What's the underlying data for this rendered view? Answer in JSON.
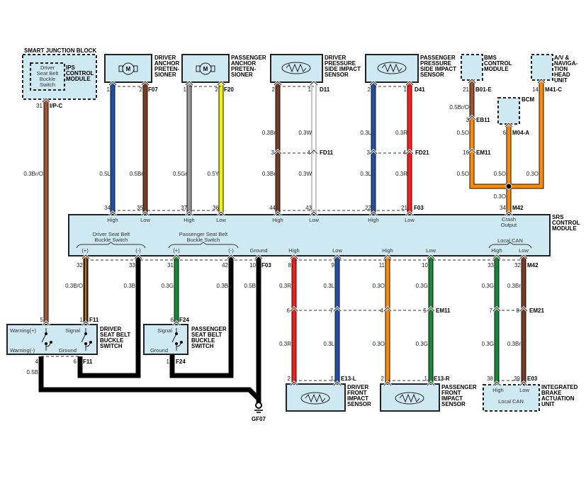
{
  "colors": {
    "box": "#cfe9f2",
    "blue": "#1f4fa8",
    "brown": "#7a3a22",
    "gray": "#9a9a9a",
    "yellow": "#f4f400",
    "white": "#ffffff",
    "red": "#ff1a1a",
    "orange": "#ff8a00",
    "green": "#138a38",
    "black": "#000000",
    "brown_orange": "#a0522d"
  },
  "smart_junction": {
    "title": "SMART JUNCTION BLOCK",
    "inner": [
      "Driver",
      "Seat Belt",
      "Buckle",
      "Switch"
    ],
    "module": [
      "IPS",
      "CONTROL",
      "MODULE"
    ],
    "pin": "31",
    "connector": "I/P-C",
    "wire": "0.3Br/O"
  },
  "driver_anchor": {
    "name": [
      "DRIVER",
      "ANCHOR",
      "PRETEN-",
      "SIONER"
    ],
    "motor": "M",
    "pins": [
      "1",
      "2"
    ],
    "connector": "F07",
    "wires": [
      "0.5L",
      "0.5Br"
    ],
    "srs_pins": [
      "34",
      "35"
    ],
    "srs_labels": [
      "High",
      "Low"
    ]
  },
  "passenger_anchor": {
    "name": [
      "PASSENGER",
      "ANCHOR",
      "PRETEN-",
      "SIONER"
    ],
    "motor": "M",
    "pins": [
      "1",
      "2"
    ],
    "connector": "F20",
    "wires": [
      "0.5Gr",
      "0.5Y"
    ],
    "srs_pins": [
      "37",
      "36"
    ],
    "srs_labels": [
      "High",
      "Low"
    ]
  },
  "driver_pressure": {
    "name": [
      "DRIVER",
      "PRESSURE",
      "SIDE IMPACT",
      "SENSOR"
    ],
    "pins": [
      "2",
      "1"
    ],
    "connector": "D11",
    "wires_upper": [
      "0.3Br",
      "0.3W"
    ],
    "joint_pins": [
      "3",
      "4"
    ],
    "joint": "FD11",
    "wires_lower": [
      "0.3Br",
      "0.3W"
    ],
    "srs_pins": [
      "44",
      "43"
    ],
    "srs_labels": [
      "High",
      "Low"
    ]
  },
  "passenger_pressure": {
    "name": [
      "PASSENGER",
      "PRESSURE",
      "SIDE IMPACT",
      "SENSOR"
    ],
    "pins": [
      "2",
      "1"
    ],
    "connector": "D41",
    "wires_upper": [
      "0.3L",
      "0.3R"
    ],
    "joint_pins": [
      "3",
      "4"
    ],
    "joint": "FD21",
    "wires_lower": [
      "0.3L",
      "0.3R"
    ],
    "srs_pins": [
      "22",
      "21"
    ],
    "srs_connector": "F03",
    "srs_labels": [
      "High",
      "Low"
    ]
  },
  "bms": {
    "name": [
      "BMS",
      "CONTROL",
      "MODULE"
    ],
    "pin": "21",
    "connector": "B01-E",
    "wire1": "0.5Br/O",
    "joint1_pin": "3",
    "joint1": "EB11",
    "wire2": "0.5O",
    "joint2_pin": "16",
    "joint2": "EM11",
    "wire3": "0.5O"
  },
  "bcm": {
    "name": "BCM",
    "pin": "6",
    "connector": "M04-A",
    "wire": "0.5O"
  },
  "av_head_unit": {
    "name": [
      "A/V &",
      "NAVIGA-",
      "TION",
      "HEAD",
      "UNIT"
    ],
    "pin": "14",
    "connector": "M41-C",
    "wire": "0.3O"
  },
  "crash_output": {
    "wire": "0.3O",
    "pin": "34",
    "connector": "M42",
    "label": [
      "Crash",
      "Output"
    ]
  },
  "srs": {
    "name": [
      "SRS",
      "CONTROL",
      "MODULE"
    ],
    "driver_buckle": [
      "Driver Seat Belt",
      "Buckle Switch"
    ],
    "passenger_buckle": [
      "Passenger Seat Belt",
      "Buckle Switch"
    ],
    "plus": "(+)",
    "minus": "(-)",
    "ground": "Ground",
    "high": "High",
    "low": "Low",
    "local_can": "Local CAN"
  },
  "bottom": {
    "pins": [
      "32",
      "33",
      "31",
      "42",
      "10",
      "8",
      "9",
      "11",
      "10",
      "33",
      "32"
    ],
    "ground_connector": "F03",
    "can_connector": "M42",
    "wires_upper": [
      "0.3B/O",
      "0.3B",
      "0.3G",
      "0.3B",
      "0.5B",
      "0.3R",
      "0.3L",
      "0.3O",
      "0.3G",
      "0.3G",
      "0.3Br"
    ],
    "joint_pins": [
      "6",
      "7",
      "4",
      "5",
      "7",
      "8"
    ],
    "joint_em11": "EM11",
    "joint_em21": "EM21",
    "wires_lower": [
      "0.3R",
      "0.3L",
      "0.3O",
      "0.3G",
      "0.3G",
      "0.3Br"
    ],
    "end_pins": [
      "2",
      "1",
      "2",
      "1",
      "38",
      "39"
    ],
    "end_connectors": [
      "E13-L",
      "E13-R",
      "E03"
    ]
  },
  "driver_front_sensor": {
    "name": [
      "DRIVER",
      "FRONT",
      "IMPACT",
      "SENSOR"
    ]
  },
  "passenger_front_sensor": {
    "name": [
      "PASSENGER",
      "FRONT",
      "IMPACT",
      "SENSOR"
    ]
  },
  "ibau": {
    "name": [
      "INTEGRATED",
      "BRAKE",
      "ACTUATION",
      "UNIT"
    ],
    "high": "High",
    "low": "Low",
    "local_can": "Local CAN"
  },
  "driver_buckle_switch": {
    "name": [
      "DRIVER",
      "SEAT BELT",
      "BUCKLE",
      "SWITCH"
    ],
    "pins_top": [
      "5",
      "1"
    ],
    "connector": "F11",
    "warning_plus": "Warning(+)",
    "signal": "Signal",
    "warning_minus": "Warning(-)",
    "ground": "Ground",
    "pins_bottom": [
      "4",
      "6"
    ],
    "wire": "0.5B"
  },
  "passenger_buckle_switch": {
    "name": [
      "PASSENGER",
      "SEAT BELT",
      "BUCKLE",
      "SWITCH"
    ],
    "pin_top": "6",
    "connector": "F24",
    "signal": "Signal",
    "ground": "Ground",
    "pin_bottom": "1"
  },
  "ground_point": {
    "name": "GF07"
  }
}
